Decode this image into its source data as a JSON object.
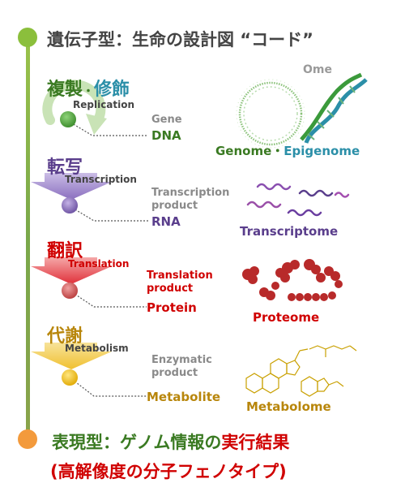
{
  "header": {
    "title": "遺伝子型：生命の設計図 “コード”"
  },
  "ome_label": "Ome",
  "stages": [
    {
      "jp_a": "複製",
      "dot": "・",
      "jp_b": "修飾",
      "en": "Replication",
      "level_label": "Gene",
      "molecule": "DNA",
      "omics_a": "Genome",
      "omics_dot": "・",
      "omics_b": "Epigenome",
      "color": "#3a7a22",
      "color_b": "#2b8fa8"
    },
    {
      "jp": "転写",
      "en": "Transcription",
      "level_label_1": "Transcription",
      "level_label_2": "product",
      "molecule": "RNA",
      "omics": "Transcriptome",
      "color": "#5a3e8c"
    },
    {
      "jp": "翻訳",
      "en": "Translation",
      "level_label_1": "Translation",
      "level_label_2": "product",
      "molecule": "Protein",
      "omics": "Proteome",
      "color": "#d00000"
    },
    {
      "jp": "代謝",
      "en": "Metabolism",
      "level_label_1": "Enzymatic",
      "level_label_2": "product",
      "molecule": "Metabolite",
      "omics": "Metabolome",
      "color": "#b8860b"
    }
  ],
  "footer": {
    "line1_a": "表現型：ゲノム情報の",
    "line1_b": "実行結果",
    "line2": "(高解像度の分子フェノタイプ)"
  },
  "colors": {
    "top_node": "#8bbf3c",
    "bottom_node": "#f39a3c",
    "dna": "#4aa63c",
    "rna": "#8a6fbf",
    "protein": "#d05a5a",
    "metabolite": "#f2c200"
  }
}
